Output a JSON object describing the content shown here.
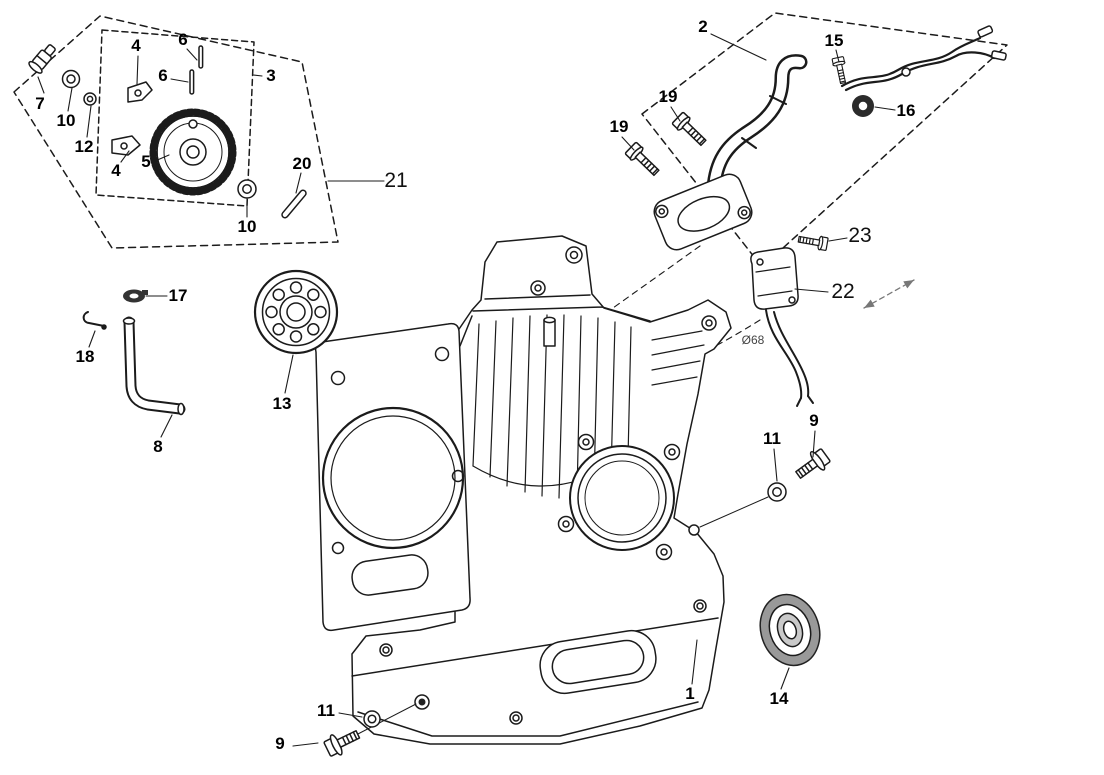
{
  "figure": {
    "background": "#ffffff",
    "line_color": "#1b1b1b",
    "seal_fill": "#999999"
  },
  "callouts": {
    "c1": "1",
    "c2": "2",
    "c3": "3",
    "c4a": "4",
    "c4b": "4",
    "c5": "5",
    "c6a": "6",
    "c6b": "6",
    "c7": "7",
    "c8": "8",
    "c9a": "9",
    "c9b": "9",
    "c10a": "10",
    "c10b": "10",
    "c11a": "11",
    "c11b": "11",
    "c12": "12",
    "c13": "13",
    "c14": "14",
    "c15": "15",
    "c16": "16",
    "c17": "17",
    "c18": "18",
    "c19a": "19",
    "c19b": "19",
    "c20": "20",
    "c21": "21",
    "c22": "22",
    "c23": "23"
  },
  "annotations": {
    "diameter": "Ø68"
  }
}
